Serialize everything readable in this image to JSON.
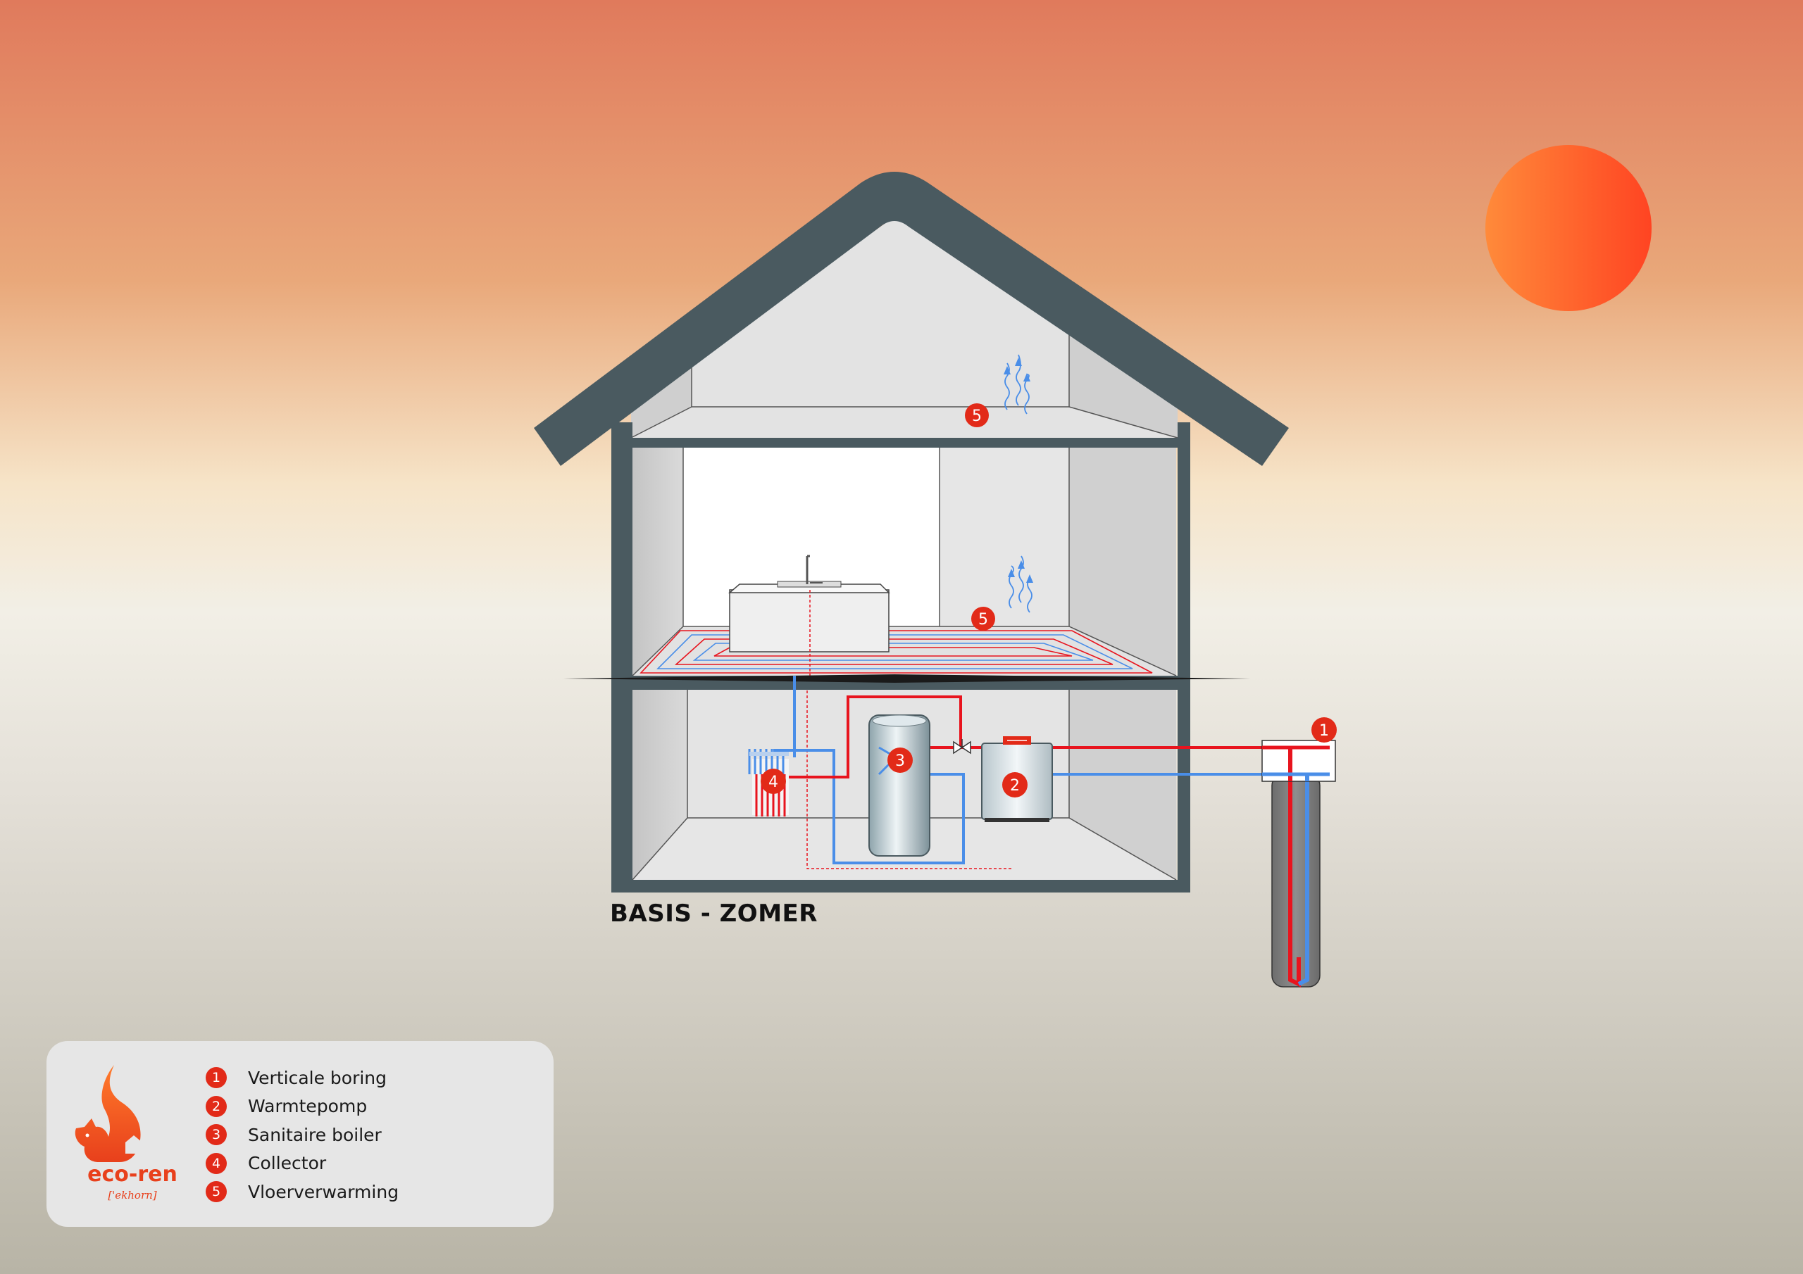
{
  "caption": "BASIS - ZOMER",
  "logo": {
    "name": "eco-ren",
    "subtitle": "['ekhorn]"
  },
  "legend": [
    {
      "number": "1",
      "label": "Verticale boring"
    },
    {
      "number": "2",
      "label": "Warmtepomp"
    },
    {
      "number": "3",
      "label": "Sanitaire boiler"
    },
    {
      "number": "4",
      "label": "Collector"
    },
    {
      "number": "5",
      "label": "Vloerverwarming"
    }
  ],
  "markers": {
    "attic": "5",
    "upper_floor": "5",
    "borehole": "1",
    "heat_pump": "2",
    "boiler": "3",
    "collector": "4"
  },
  "colors": {
    "accent": "#e22a18",
    "hot_pipe": "#e8141e",
    "cold_pipe": "#4a8ee8",
    "house_frame": "#4a5a60",
    "sun": "#ff5a2a"
  }
}
